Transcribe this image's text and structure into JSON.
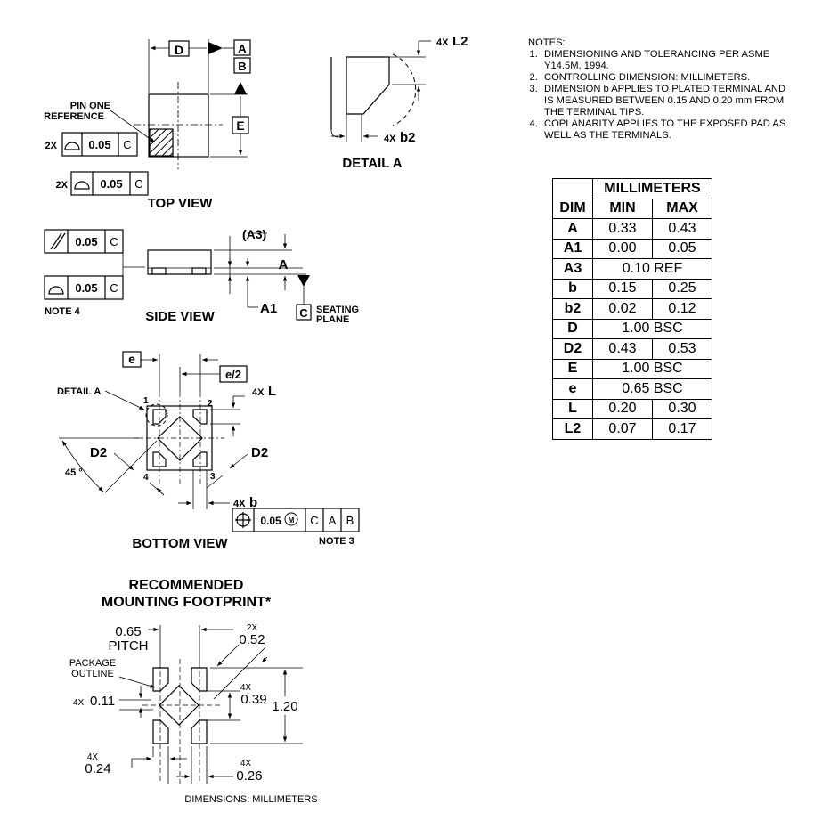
{
  "notes": {
    "header": "NOTES:",
    "items": [
      "DIMENSIONING AND TOLERANCING PER ASME Y14.5M, 1994.",
      "CONTROLLING DIMENSION: MILLIMETERS.",
      "DIMENSION b APPLIES TO PLATED TERMINAL AND IS MEASURED BETWEEN 0.15 AND 0.20 mm FROM THE TERMINAL TIPS.",
      "COPLANARITY APPLIES TO THE EXPOSED PAD AS WELL AS THE TERMINALS."
    ]
  },
  "table": {
    "unit_header": "MILLIMETERS",
    "dim_header": "DIM",
    "min_header": "MIN",
    "max_header": "MAX",
    "rows": [
      {
        "dim": "A",
        "min": "0.33",
        "max": "0.43"
      },
      {
        "dim": "A1",
        "min": "0.00",
        "max": "0.05"
      },
      {
        "dim": "A3",
        "span": "0.10 REF"
      },
      {
        "dim": "b",
        "min": "0.15",
        "max": "0.25"
      },
      {
        "dim": "b2",
        "min": "0.02",
        "max": "0.12"
      },
      {
        "dim": "D",
        "span": "1.00 BSC"
      },
      {
        "dim": "D2",
        "min": "0.43",
        "max": "0.53"
      },
      {
        "dim": "E",
        "span": "1.00 BSC"
      },
      {
        "dim": "e",
        "span": "0.65 BSC"
      },
      {
        "dim": "L",
        "min": "0.20",
        "max": "0.30"
      },
      {
        "dim": "L2",
        "min": "0.07",
        "max": "0.17"
      }
    ]
  },
  "top_view": {
    "title": "TOP VIEW",
    "label_d": "D",
    "label_e": "E",
    "datum_a": "A",
    "datum_b": "B",
    "pin_one_line1": "PIN ONE",
    "pin_one_line2": "REFERENCE",
    "fcf1": {
      "count": "2X",
      "tol": "0.05",
      "datum": "C"
    },
    "fcf2": {
      "count": "2X",
      "tol": "0.05",
      "datum": "C"
    }
  },
  "detail_a": {
    "title": "DETAIL A",
    "l2_count": "4X",
    "l2_label": "L2",
    "b2_count": "4X",
    "b2_label": "b2"
  },
  "side_view": {
    "title": "SIDE VIEW",
    "fcf_parallel": {
      "tol": "0.05",
      "datum": "C"
    },
    "fcf_flat": {
      "tol": "0.05",
      "datum": "C"
    },
    "note": "NOTE 4",
    "label_a3": "(A3)",
    "label_a": "A",
    "label_a1": "A1",
    "datum_c": "C",
    "seating_line1": "SEATING",
    "seating_line2": "PLANE"
  },
  "bottom_view": {
    "title": "BOTTOM VIEW",
    "label_e": "e",
    "label_e2": "e/2",
    "detail_a": "DETAIL A",
    "l_count": "4X",
    "l_label": "L",
    "d2_left": "D2",
    "d2_right": "D2",
    "angle": "45 °",
    "b_count": "4X",
    "b_label": "b",
    "pin1": "1",
    "pin2": "2",
    "pin3": "3",
    "pin4": "4",
    "fcf": {
      "tol": "0.05",
      "mod": "M",
      "d1": "C",
      "d2": "A",
      "d3": "B"
    },
    "note": "NOTE 3"
  },
  "footprint": {
    "title_line1": "RECOMMENDED",
    "title_line2": "MOUNTING FOOTPRINT*",
    "pitch_val": "0.65",
    "pitch_lbl": "PITCH",
    "w052_count": "2X",
    "w052": "0.52",
    "pkg_line1": "PACKAGE",
    "pkg_line2": "OUTLINE",
    "d011_count": "4X",
    "d011": "0.11",
    "d039_count": "4X",
    "d039": "0.39",
    "d120": "1.20",
    "d024_count": "4X",
    "d024": "0.24",
    "d026_count": "4X",
    "d026": "0.26",
    "caption": "DIMENSIONS: MILLIMETERS"
  }
}
